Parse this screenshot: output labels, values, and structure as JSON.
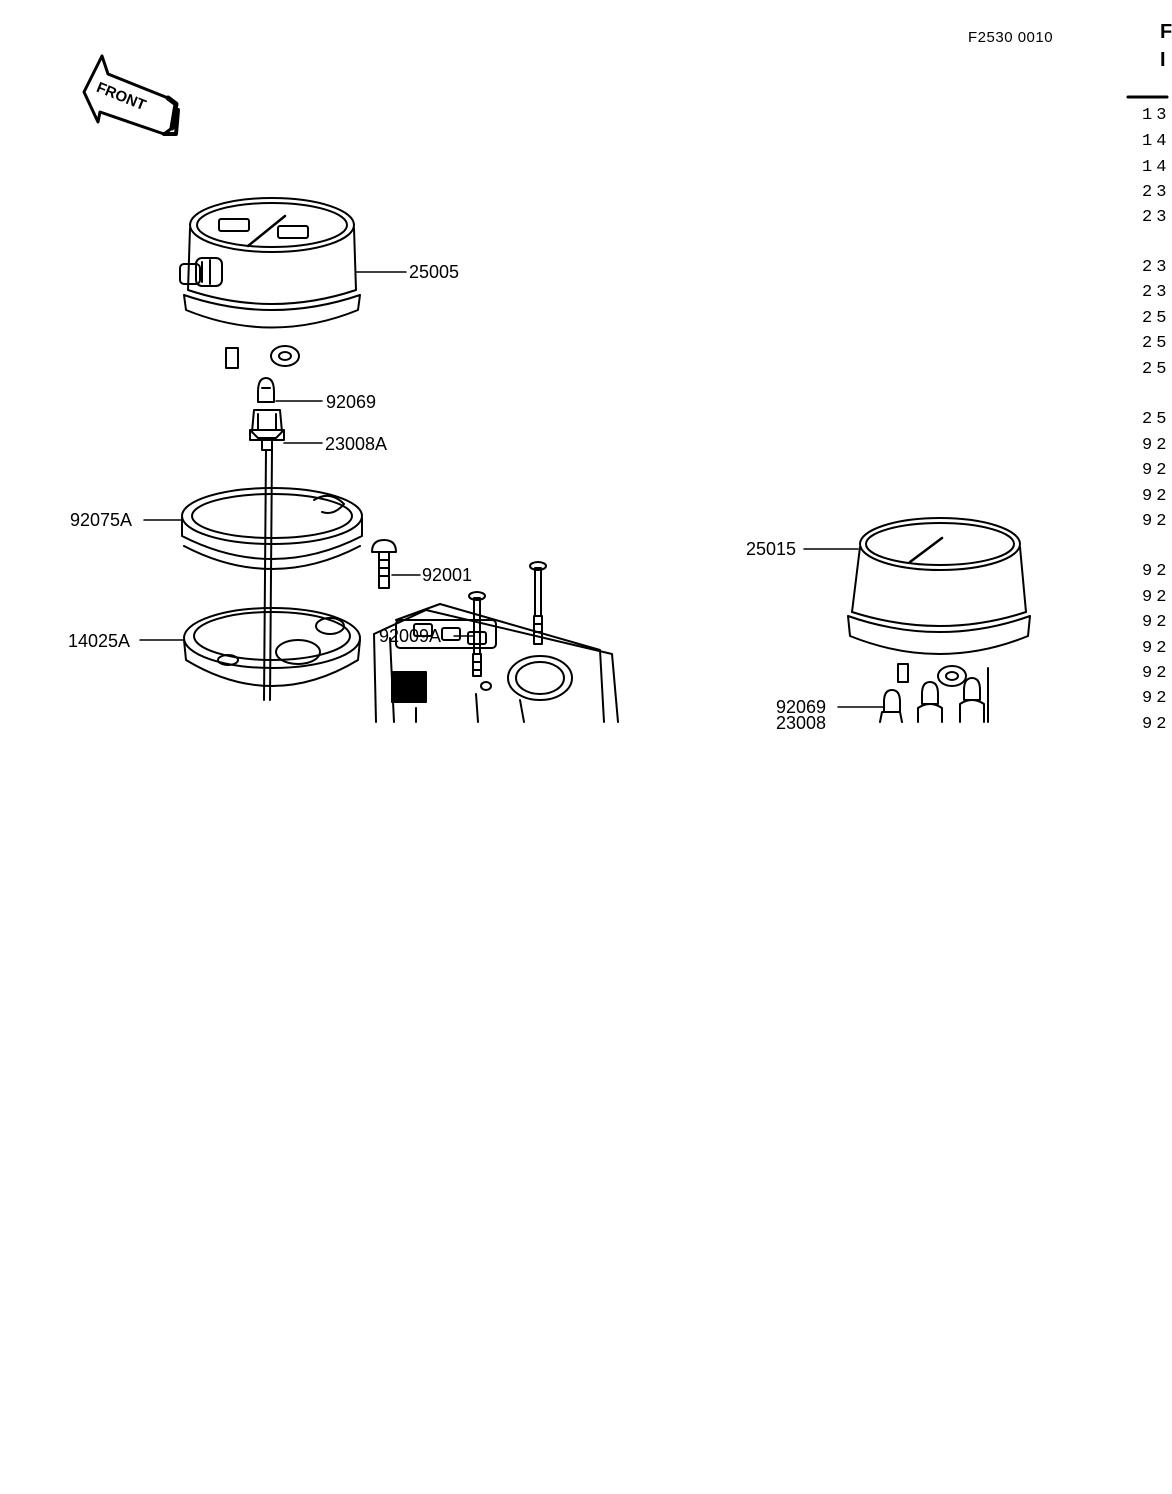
{
  "figure_code": "F2530 0010",
  "front_arrow_text": "FRONT",
  "callouts": {
    "p25005": "25005",
    "p92069a": "92069",
    "p23008a": "23008A",
    "p92075a": "92075A",
    "p92001": "92001",
    "p92009a": "92009A",
    "p14025a": "14025A",
    "p25015": "25015",
    "p92069b": "92069",
    "p23008": "23008"
  },
  "ref_column": [
    "13",
    "14",
    "14",
    "23",
    "23",
    "23",
    "23",
    "25",
    "25",
    "25",
    "25",
    "92",
    "92",
    "92",
    "92",
    "92",
    "92",
    "92",
    "92",
    "92",
    "92",
    "92"
  ],
  "header_glyphs": [
    "F",
    "I"
  ],
  "colors": {
    "ink": "#000000",
    "paper": "#ffffff"
  },
  "icons": [
    "front-arrow-icon"
  ]
}
